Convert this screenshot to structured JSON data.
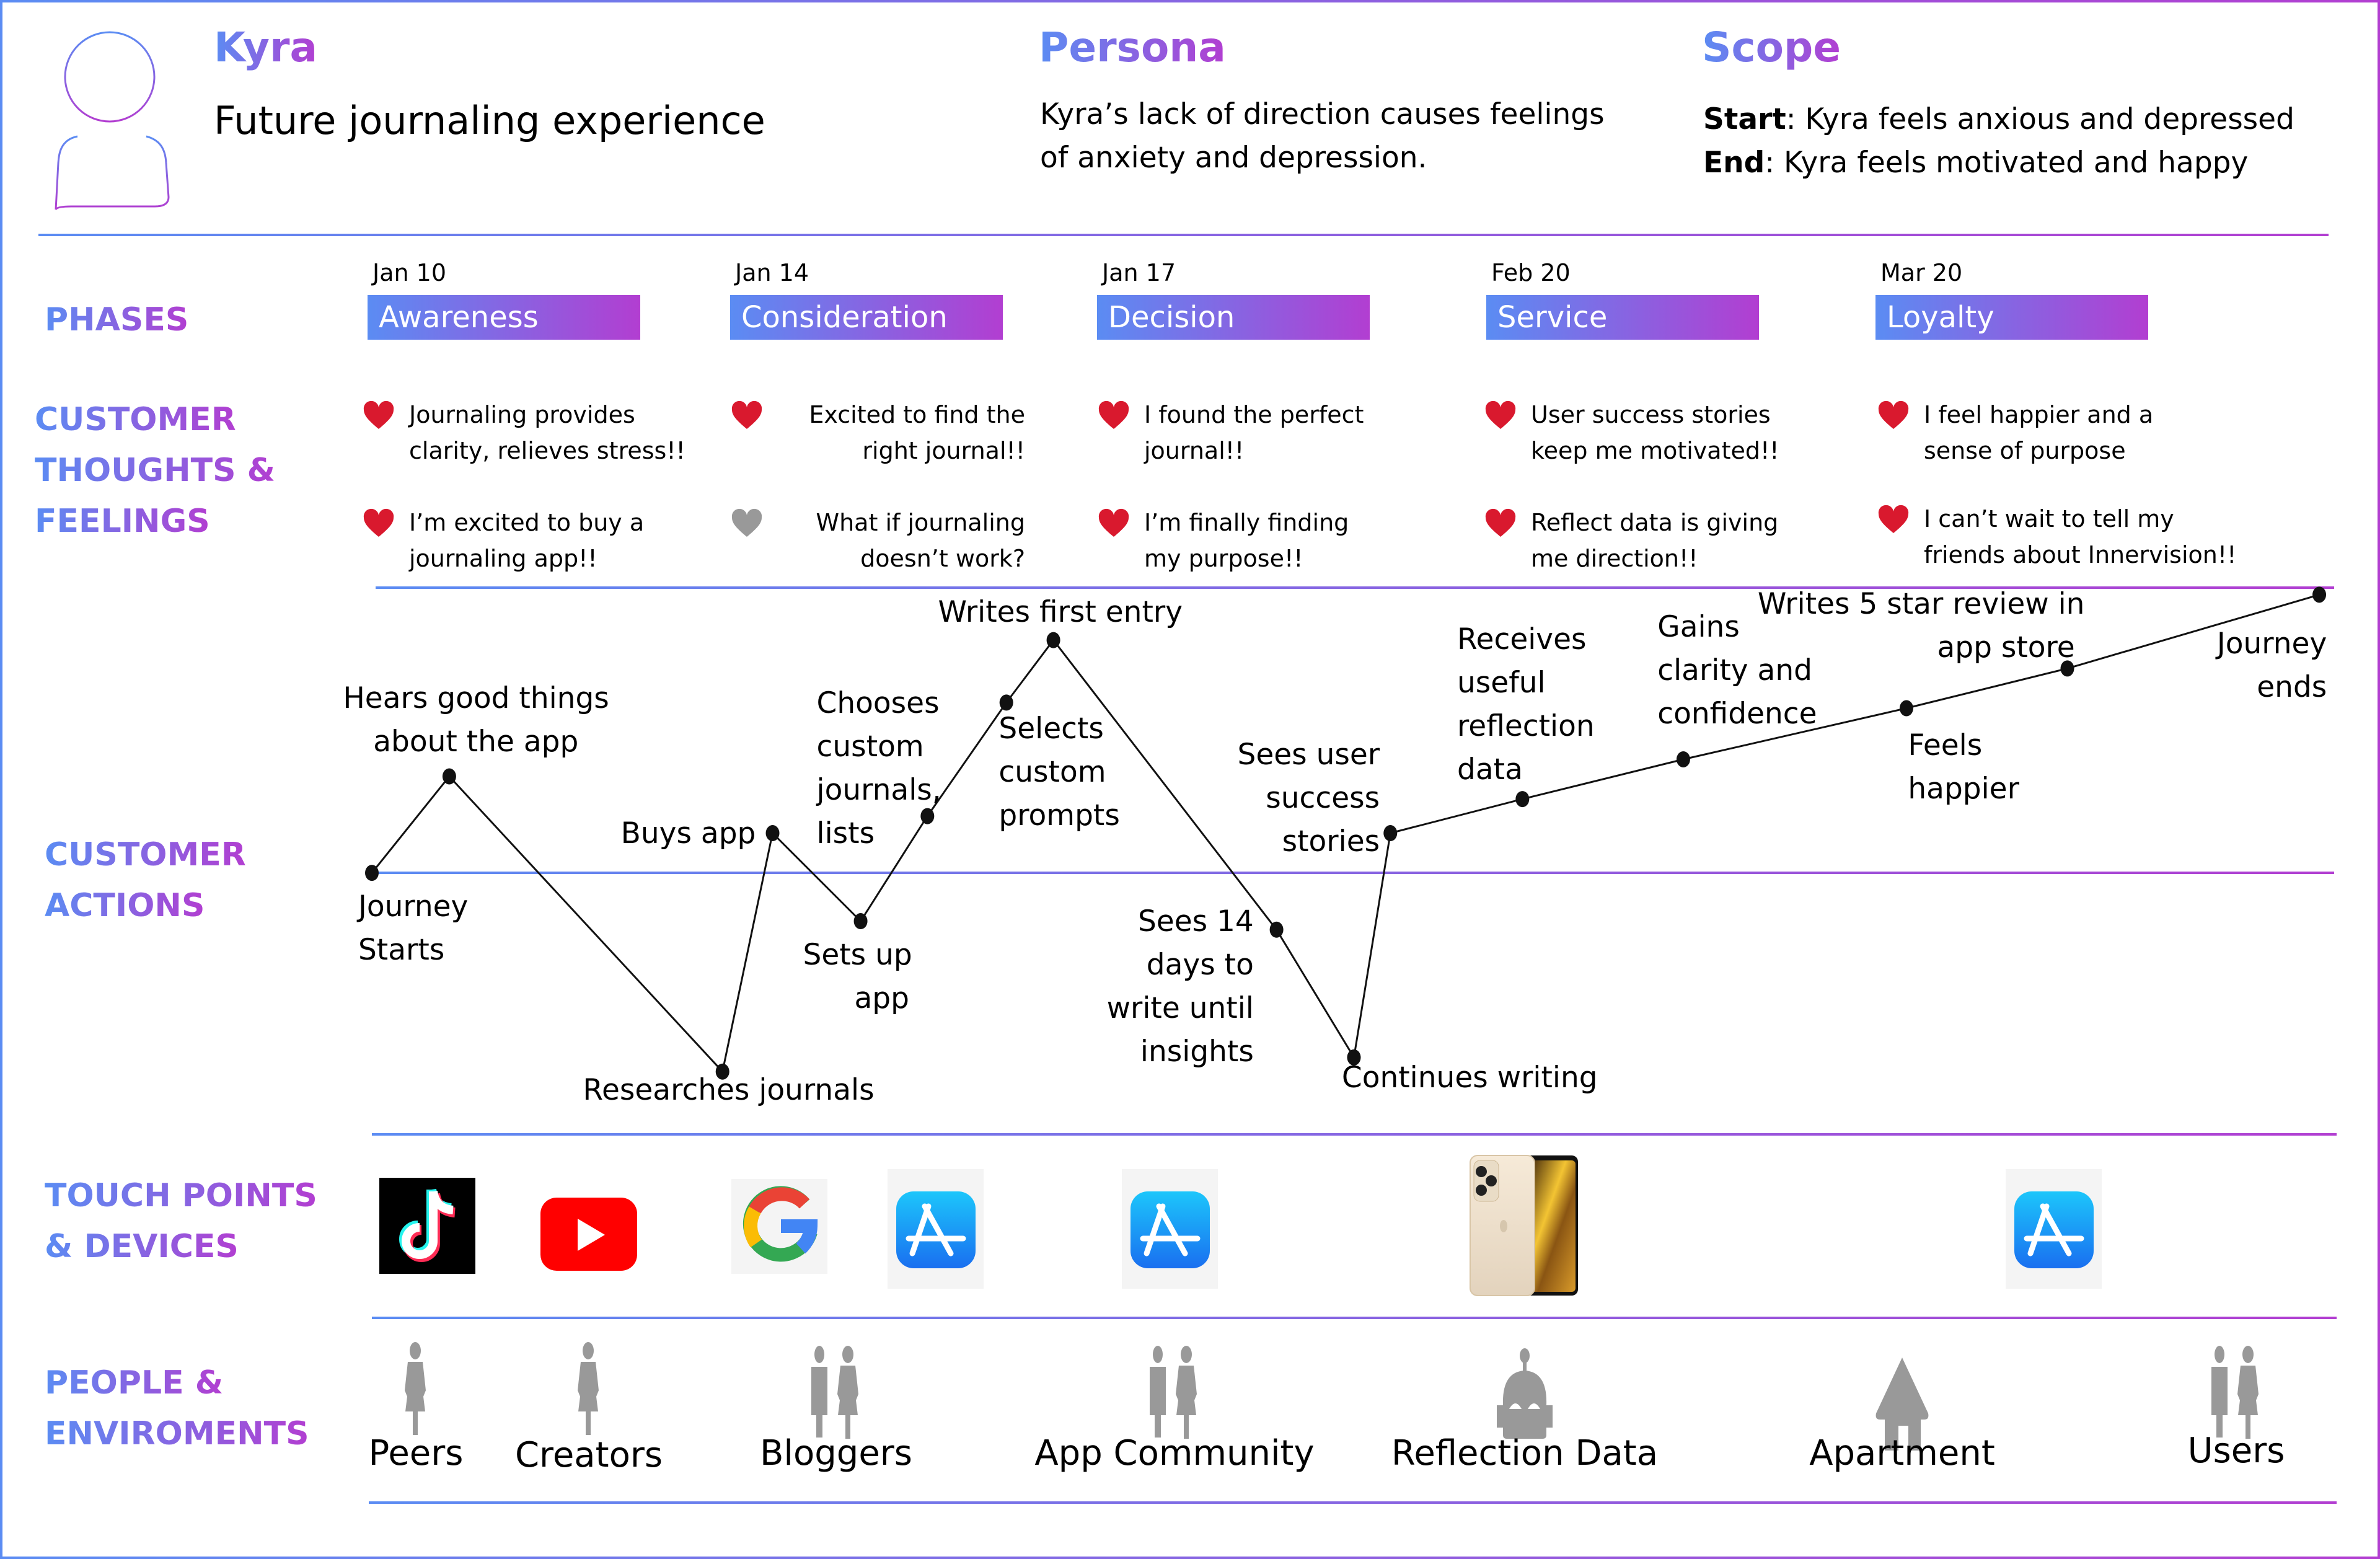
{
  "header": {
    "persona_name": "Kyra",
    "subtitle": "Future journaling experience",
    "persona_heading": "Persona",
    "persona_description_lines": [
      "Kyra’s lack of direction causes feelings",
      "of anxiety and depression."
    ],
    "scope_heading": "Scope",
    "scope_start_label": "Start",
    "scope_start_text": ": Kyra feels anxious and depressed",
    "scope_end_label": "End",
    "scope_end_text": ": Kyra feels motivated and happy"
  },
  "row_labels": {
    "phases": "PHASES",
    "thoughts": [
      "CUSTOMER",
      "THOUGHTS &",
      "FEELINGS"
    ],
    "actions": [
      "CUSTOMER",
      "ACTIONS"
    ],
    "touchpoints": [
      "TOUCH POINTS",
      "& DEVICES"
    ],
    "people": [
      "PEOPLE &",
      "ENVIROMENTS"
    ]
  },
  "phases": [
    {
      "date": "Jan 10",
      "name": "Awareness"
    },
    {
      "date": "Jan 14",
      "name": "Consideration"
    },
    {
      "date": "Jan 17",
      "name": "Decision"
    },
    {
      "date": "Feb 20",
      "name": "Service"
    },
    {
      "date": "Mar 20",
      "name": "Loyalty"
    }
  ],
  "thoughts": [
    [
      {
        "lines": [
          "Journaling provides",
          "clarity, relieves stress!!"
        ],
        "sentiment": "positive",
        "align": "left"
      },
      {
        "lines": [
          "I’m excited to buy a",
          "journaling app!!"
        ],
        "sentiment": "positive",
        "align": "left"
      }
    ],
    [
      {
        "lines": [
          "Excited to find the",
          "right journal!!"
        ],
        "sentiment": "positive",
        "align": "right"
      },
      {
        "lines": [
          "What if journaling",
          "doesn’t work?"
        ],
        "sentiment": "neutral",
        "align": "right"
      }
    ],
    [
      {
        "lines": [
          "I found the perfect",
          "journal!!"
        ],
        "sentiment": "positive",
        "align": "left"
      },
      {
        "lines": [
          "I’m finally finding",
          "my purpose!!"
        ],
        "sentiment": "positive",
        "align": "left"
      }
    ],
    [
      {
        "lines": [
          "User success stories",
          "keep me motivated!!"
        ],
        "sentiment": "positive",
        "align": "left"
      },
      {
        "lines": [
          "Reflect data is giving",
          "me direction!!"
        ],
        "sentiment": "positive",
        "align": "left"
      }
    ],
    [
      {
        "lines": [
          "I feel happier and a",
          "sense of purpose"
        ],
        "sentiment": "positive",
        "align": "left"
      },
      {
        "lines": [
          "I can’t wait to tell my",
          "friends about Innervision!!"
        ],
        "sentiment": "positive",
        "align": "left"
      }
    ]
  ],
  "colors": {
    "gradient_start": "#5b8cf3",
    "gradient_end": "#b23ed1",
    "heart_positive": "#d9192e",
    "heart_neutral": "#999999",
    "icon_grey": "#999999"
  },
  "chart_data": {
    "type": "line",
    "title": "Customer actions journey (emotional curve)",
    "baseline": 0,
    "ylim": [
      -1,
      1
    ],
    "points": [
      {
        "step": 1,
        "label": "Journey Starts",
        "sentiment": 0.0
      },
      {
        "step": 2,
        "label": "Hears good things about the app",
        "sentiment": 0.34
      },
      {
        "step": 3,
        "label": "Researches journals",
        "sentiment": -0.7
      },
      {
        "step": 4,
        "label": "Buys app",
        "sentiment": 0.14
      },
      {
        "step": 5,
        "label": "Sets up app",
        "sentiment": -0.17
      },
      {
        "step": 6,
        "label": "Chooses custom journals, lists",
        "sentiment": 0.2
      },
      {
        "step": 7,
        "label": "Selects custom prompts",
        "sentiment": 0.6
      },
      {
        "step": 8,
        "label": "Writes first entry",
        "sentiment": 0.82
      },
      {
        "step": 9,
        "label": "Sees 14 days to write until insights",
        "sentiment": -0.2
      },
      {
        "step": 10,
        "label": "Continues writing",
        "sentiment": -0.65
      },
      {
        "step": 11,
        "label": "Sees user success stories",
        "sentiment": 0.14
      },
      {
        "step": 12,
        "label": "Receives useful reflection data",
        "sentiment": 0.26
      },
      {
        "step": 13,
        "label": "Gains clarity and confidence",
        "sentiment": 0.4
      },
      {
        "step": 14,
        "label": "Feels happier",
        "sentiment": 0.58
      },
      {
        "step": 15,
        "label": "Writes 5 star review in app store",
        "sentiment": 0.72
      },
      {
        "step": 16,
        "label": "Journey ends",
        "sentiment": 0.98
      }
    ]
  },
  "action_labels": [
    {
      "lines": [
        "Journey",
        "Starts"
      ]
    },
    {
      "lines": [
        "Hears good things",
        "about the app"
      ]
    },
    {
      "lines": [
        "Researches journals"
      ]
    },
    {
      "lines": [
        "Buys app"
      ]
    },
    {
      "lines": [
        "Sets up",
        "app"
      ]
    },
    {
      "lines": [
        "Chooses",
        "custom",
        "journals,",
        "lists"
      ]
    },
    {
      "lines": [
        "Selects",
        "custom",
        "prompts"
      ]
    },
    {
      "lines": [
        "Writes first entry"
      ]
    },
    {
      "lines": [
        "Sees 14",
        "days to",
        "write until",
        "insights"
      ]
    },
    {
      "lines": [
        "Continues writing"
      ]
    },
    {
      "lines": [
        "Sees user",
        "success",
        "stories"
      ]
    },
    {
      "lines": [
        "Receives",
        "useful",
        "reflection",
        "data"
      ]
    },
    {
      "lines": [
        "Gains",
        "clarity and",
        "confidence"
      ]
    },
    {
      "lines": [
        "Feels",
        "happier"
      ]
    },
    {
      "lines": [
        "Writes 5 star review in",
        "app store"
      ]
    },
    {
      "lines": [
        "Journey",
        "ends"
      ]
    }
  ],
  "touchpoints": [
    {
      "name": "TikTok",
      "icon": "tiktok-icon"
    },
    {
      "name": "YouTube",
      "icon": "youtube-icon"
    },
    {
      "name": "Google",
      "icon": "google-icon"
    },
    {
      "name": "App Store",
      "icon": "app-store-icon"
    },
    {
      "name": "App Store",
      "icon": "app-store-icon"
    },
    {
      "name": "iPhone",
      "icon": "iphone-icon"
    },
    {
      "name": "App Store",
      "icon": "app-store-icon"
    }
  ],
  "people": [
    {
      "label": "Peers",
      "icon": "person-female-icon"
    },
    {
      "label": "Creators",
      "icon": "person-female-icon"
    },
    {
      "label": "Bloggers",
      "icon": "couple-icon"
    },
    {
      "label": "App Community",
      "icon": "couple-icon"
    },
    {
      "label": "Reflection Data",
      "icon": "robot-icon"
    },
    {
      "label": "Apartment",
      "icon": "house-icon"
    },
    {
      "label": "Users",
      "icon": "couple-icon"
    }
  ]
}
